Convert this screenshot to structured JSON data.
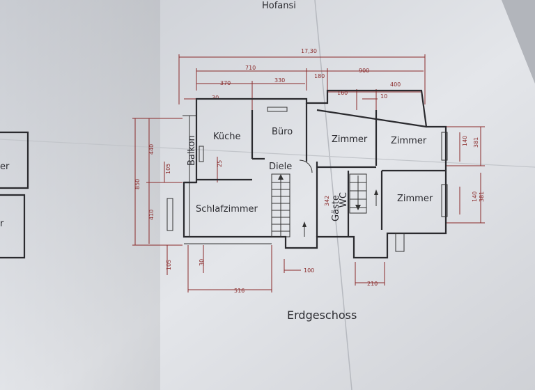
{
  "plan": {
    "header_fragment": "Hofansi",
    "title": "Erdgeschoss",
    "rooms": {
      "kueche": "Küche",
      "buero": "Büro",
      "zimmer1": "Zimmer",
      "zimmer2": "Zimmer",
      "zimmer3": "Zimmer",
      "diele": "Diele",
      "schlafzimmer": "Schlafzimmer",
      "balkon": "Balkon",
      "gaeste": "Gäste",
      "wc": "WC"
    },
    "dimensions": {
      "total": "17,30",
      "d710": "710",
      "d180": "180",
      "d900": "900",
      "d370": "370",
      "d330": "330",
      "d160": "160",
      "d400": "400",
      "d30a": "30",
      "d10": "10",
      "d440": "440",
      "d850": "850",
      "d105a": "105",
      "d25": "25",
      "d410": "410",
      "d105b": "105",
      "d30b": "30",
      "d516": "516",
      "d100": "100",
      "d210": "210",
      "d342": "342",
      "d381a": "381",
      "d381b": "381",
      "d140a": "140",
      "d140b": "140"
    },
    "left_fragments": {
      "top": "er",
      "bottom": "r"
    }
  }
}
